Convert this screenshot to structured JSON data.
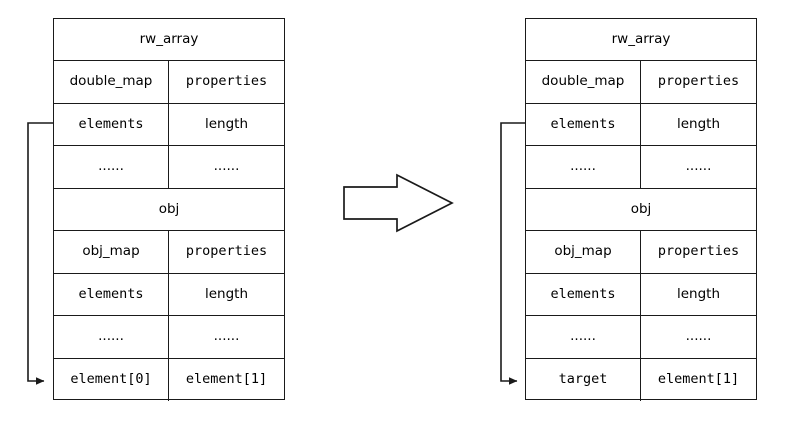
{
  "diagram": {
    "title": "rw_array / obj memory layout before and after element[0] overwrite",
    "colors": {
      "stroke": "#1a1a1a",
      "background": "#ffffff",
      "text": "#000000"
    },
    "transition_arrow": {
      "icon": "right-arrow-outline",
      "direction": "right"
    },
    "panels": [
      {
        "id": "before",
        "name": "before-state",
        "rows": [
          {
            "type": "header",
            "cells": [
              {
                "text": "rw_array",
                "font": "sans"
              }
            ]
          },
          {
            "type": "pair",
            "cells": [
              {
                "text": "double_map",
                "font": "sans"
              },
              {
                "text": "properties",
                "font": "mono"
              }
            ]
          },
          {
            "type": "pair",
            "cells": [
              {
                "text": "elements",
                "font": "mono"
              },
              {
                "text": "length",
                "font": "sans"
              }
            ]
          },
          {
            "type": "pair",
            "cells": [
              {
                "text": "......",
                "font": "dots"
              },
              {
                "text": "......",
                "font": "dots"
              }
            ]
          },
          {
            "type": "header",
            "cells": [
              {
                "text": "obj",
                "font": "sans"
              }
            ]
          },
          {
            "type": "pair",
            "cells": [
              {
                "text": "obj_map",
                "font": "sans"
              },
              {
                "text": "properties",
                "font": "mono"
              }
            ]
          },
          {
            "type": "pair",
            "cells": [
              {
                "text": "elements",
                "font": "mono"
              },
              {
                "text": "length",
                "font": "sans"
              }
            ]
          },
          {
            "type": "pair",
            "cells": [
              {
                "text": "......",
                "font": "dots"
              },
              {
                "text": "......",
                "font": "dots"
              }
            ]
          },
          {
            "type": "pair",
            "cells": [
              {
                "text": "element[0]",
                "font": "mono"
              },
              {
                "text": "element[1]",
                "font": "mono"
              }
            ]
          }
        ],
        "pointer": {
          "name": "elements-to-element0-pointer",
          "from_row": 2,
          "to_row": 8,
          "arrowhead": "right"
        }
      },
      {
        "id": "after",
        "name": "after-state",
        "rows": [
          {
            "type": "header",
            "cells": [
              {
                "text": "rw_array",
                "font": "sans"
              }
            ]
          },
          {
            "type": "pair",
            "cells": [
              {
                "text": "double_map",
                "font": "sans"
              },
              {
                "text": "properties",
                "font": "mono"
              }
            ]
          },
          {
            "type": "pair",
            "cells": [
              {
                "text": "elements",
                "font": "mono"
              },
              {
                "text": "length",
                "font": "sans"
              }
            ]
          },
          {
            "type": "pair",
            "cells": [
              {
                "text": "......",
                "font": "dots"
              },
              {
                "text": "......",
                "font": "dots"
              }
            ]
          },
          {
            "type": "header",
            "cells": [
              {
                "text": "obj",
                "font": "sans"
              }
            ]
          },
          {
            "type": "pair",
            "cells": [
              {
                "text": "obj_map",
                "font": "sans"
              },
              {
                "text": "properties",
                "font": "mono"
              }
            ]
          },
          {
            "type": "pair",
            "cells": [
              {
                "text": "elements",
                "font": "mono"
              },
              {
                "text": "length",
                "font": "sans"
              }
            ]
          },
          {
            "type": "pair",
            "cells": [
              {
                "text": "......",
                "font": "dots"
              },
              {
                "text": "......",
                "font": "dots"
              }
            ]
          },
          {
            "type": "pair",
            "cells": [
              {
                "text": "target",
                "font": "mono"
              },
              {
                "text": "element[1]",
                "font": "mono"
              }
            ]
          }
        ],
        "pointer": {
          "name": "elements-to-target-pointer",
          "from_row": 2,
          "to_row": 8,
          "arrowhead": "right"
        }
      }
    ]
  }
}
